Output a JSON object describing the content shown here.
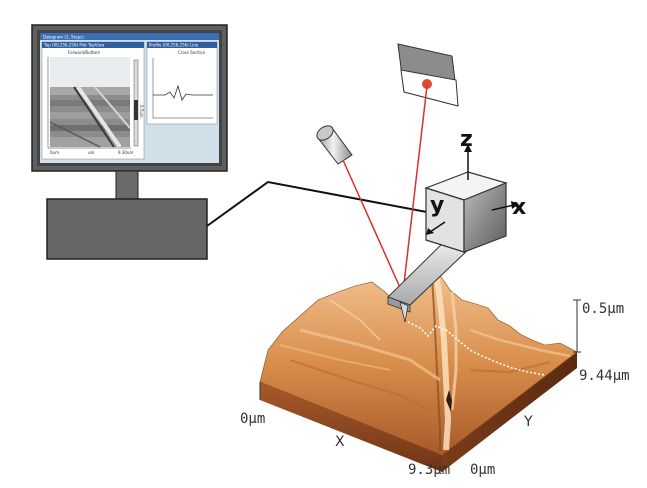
{
  "screen": {
    "title_bar": "Datagram (1, Steps)",
    "left_panel_header": "Top (00,256,256)   Plot   TopView",
    "right_panel_header": "Profile (00,256,256)   Line",
    "image_title": "Forward/Buttom",
    "profile_title": "Cross Section",
    "left_axis_start": "0um",
    "left_axis_mid": "um",
    "left_axis_end": "9.30um",
    "colorbar_label": "0.5um"
  },
  "scanner_axes": {
    "z": "z",
    "y": "y",
    "x": "x"
  },
  "sample": {
    "height_max": "0.5μm",
    "y_max": "9.44μm",
    "x_origin": "0μm",
    "x_axis": "X",
    "y_axis": "Y",
    "x_max": "9.3μm",
    "y_origin": "0μm"
  },
  "colors": {
    "laser": "#d9302a",
    "monitor_body": "#666666",
    "sample_light": "#e8a868",
    "sample_mid": "#c8783a",
    "sample_dark": "#8a4a22"
  }
}
